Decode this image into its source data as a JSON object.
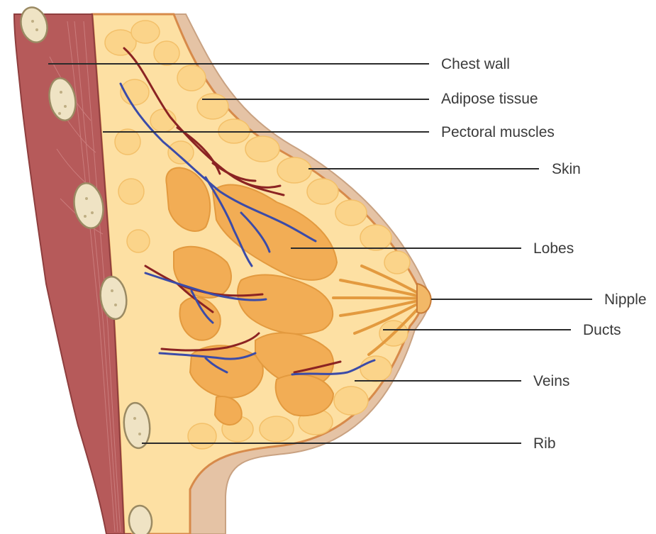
{
  "labels": {
    "chest_wall": "Chest wall",
    "adipose_tissue": "Adipose tissue",
    "pectoral_muscles": "Pectoral muscles",
    "skin": "Skin",
    "lobes": "Lobes",
    "nipple": "Nipple",
    "ducts": "Ducts",
    "veins": "Veins",
    "rib": "Rib"
  },
  "colors": {
    "muscle": "#b65a5a",
    "muscle_dark": "#8e3e3e",
    "rib": "#efe3c4",
    "rib_outline": "#9a8a63",
    "skin": "#e5c3a5",
    "skin_edge": "#c9a282",
    "fat": "#fde0a3",
    "fat_lobule": "#fbd48a",
    "lobe": "#f2ad55",
    "lobe_dark": "#e39a3f",
    "artery": "#8b2323",
    "vein": "#3b4ba8"
  }
}
